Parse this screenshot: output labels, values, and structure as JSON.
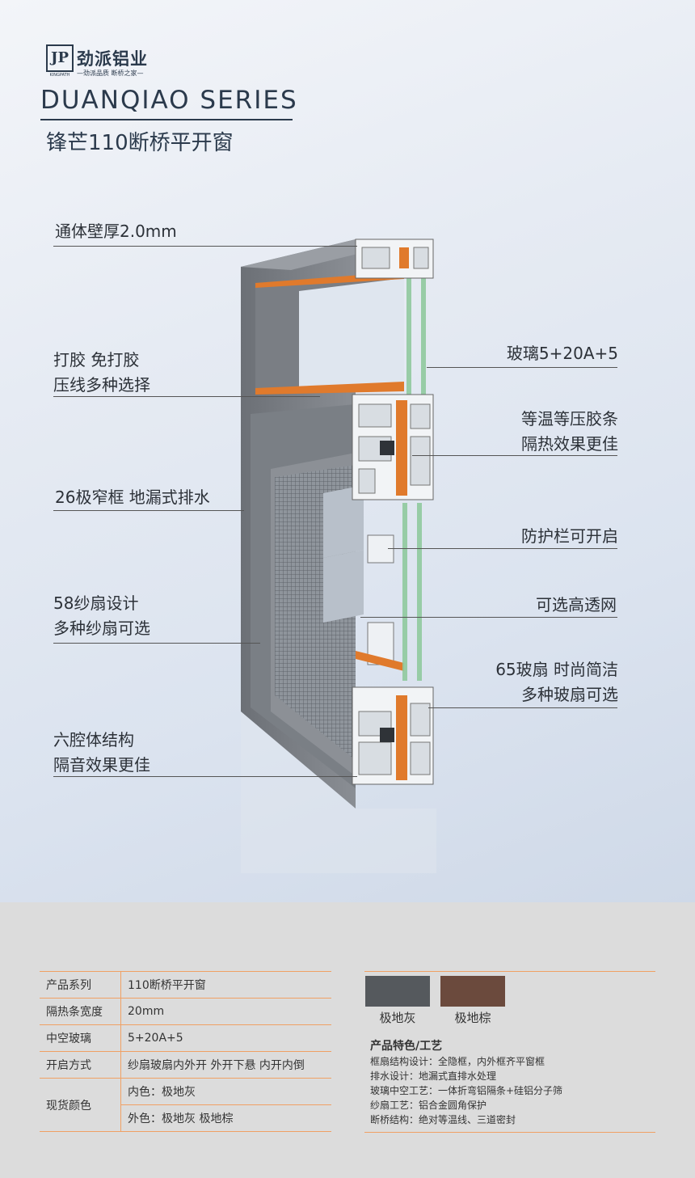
{
  "brand": {
    "mark": "JP",
    "mark_en": "KINGPATH",
    "name": "劲派铝业",
    "slogan": "—劲派品质 断桥之家—"
  },
  "series_title": "DUANQIAO SERIES",
  "product_name": "锋芒110断桥平开窗",
  "callouts_left": [
    {
      "lines": [
        "通体壁厚2.0mm"
      ]
    },
    {
      "lines": [
        "打胶 免打胶",
        "压线多种选择"
      ]
    },
    {
      "lines": [
        "26极窄框 地漏式排水"
      ]
    },
    {
      "lines": [
        "58纱扇设计",
        "多种纱扇可选"
      ]
    },
    {
      "lines": [
        "六腔体结构",
        "隔音效果更佳"
      ]
    }
  ],
  "callouts_right": [
    {
      "lines": [
        "玻璃5+20A+5"
      ]
    },
    {
      "lines": [
        "等温等压胶条",
        "隔热效果更佳"
      ]
    },
    {
      "lines": [
        "防护栏可开启"
      ]
    },
    {
      "lines": [
        "可选高透网"
      ]
    },
    {
      "lines": [
        "65玻扇 时尚简洁",
        "多种玻扇可选"
      ]
    }
  ],
  "spec_table": [
    {
      "key": "产品系列",
      "value": "110断桥平开窗"
    },
    {
      "key": "隔热条宽度",
      "value": "20mm"
    },
    {
      "key": "中空玻璃",
      "value": "5+20A+5"
    },
    {
      "key": "开启方式",
      "value": "纱扇玻扇内外开  外开下悬  内开内倒"
    },
    {
      "key": "现货颜色",
      "values": [
        "内色：极地灰",
        "外色：极地灰  极地棕"
      ]
    }
  ],
  "colors": [
    {
      "name": "极地灰",
      "hex": "#55595d"
    },
    {
      "name": "极地棕",
      "hex": "#6b4a3d"
    }
  ],
  "features": {
    "title": "产品特色/工艺",
    "items": [
      "框扇结构设计：全隐框，内外框齐平窗框",
      "排水设计：地漏式直排水处理",
      "玻璃中空工艺：一体折弯铝隔条+硅铝分子筛",
      "纱扇工艺：铝合金圆角保护",
      "断桥结构：绝对等温线、三道密封"
    ]
  },
  "accent": "#f0a064"
}
